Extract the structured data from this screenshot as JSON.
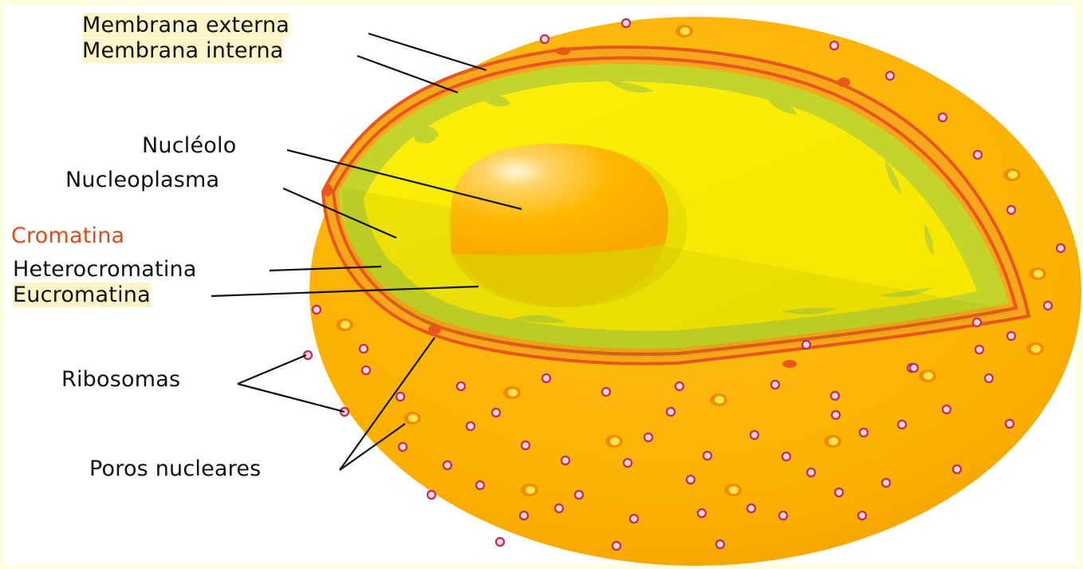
{
  "labels": {
    "outer_membrane": "Membrana externa",
    "inner_membrane": "Membrana interna",
    "nucleolus": "Nucléolo",
    "nucleoplasm": "Nucleoplasma",
    "chromatin": "Cromatina",
    "heterochromatin": "Heterocromatina",
    "euchromatin": "Eucromatina",
    "ribosomes": "Ribosomas",
    "nuclear_pores": "Poros nucleares"
  },
  "colors": {
    "background": "#fefee0",
    "envelope_fill": "#fbb000",
    "membrane_line": "#e8561c",
    "nucleoplasm": "#f7e800",
    "chromatin": "#c3d22a",
    "nucleolus": "#ffb600",
    "ribosome": "#c0286a",
    "chromatin_label": "#e34a1a"
  }
}
